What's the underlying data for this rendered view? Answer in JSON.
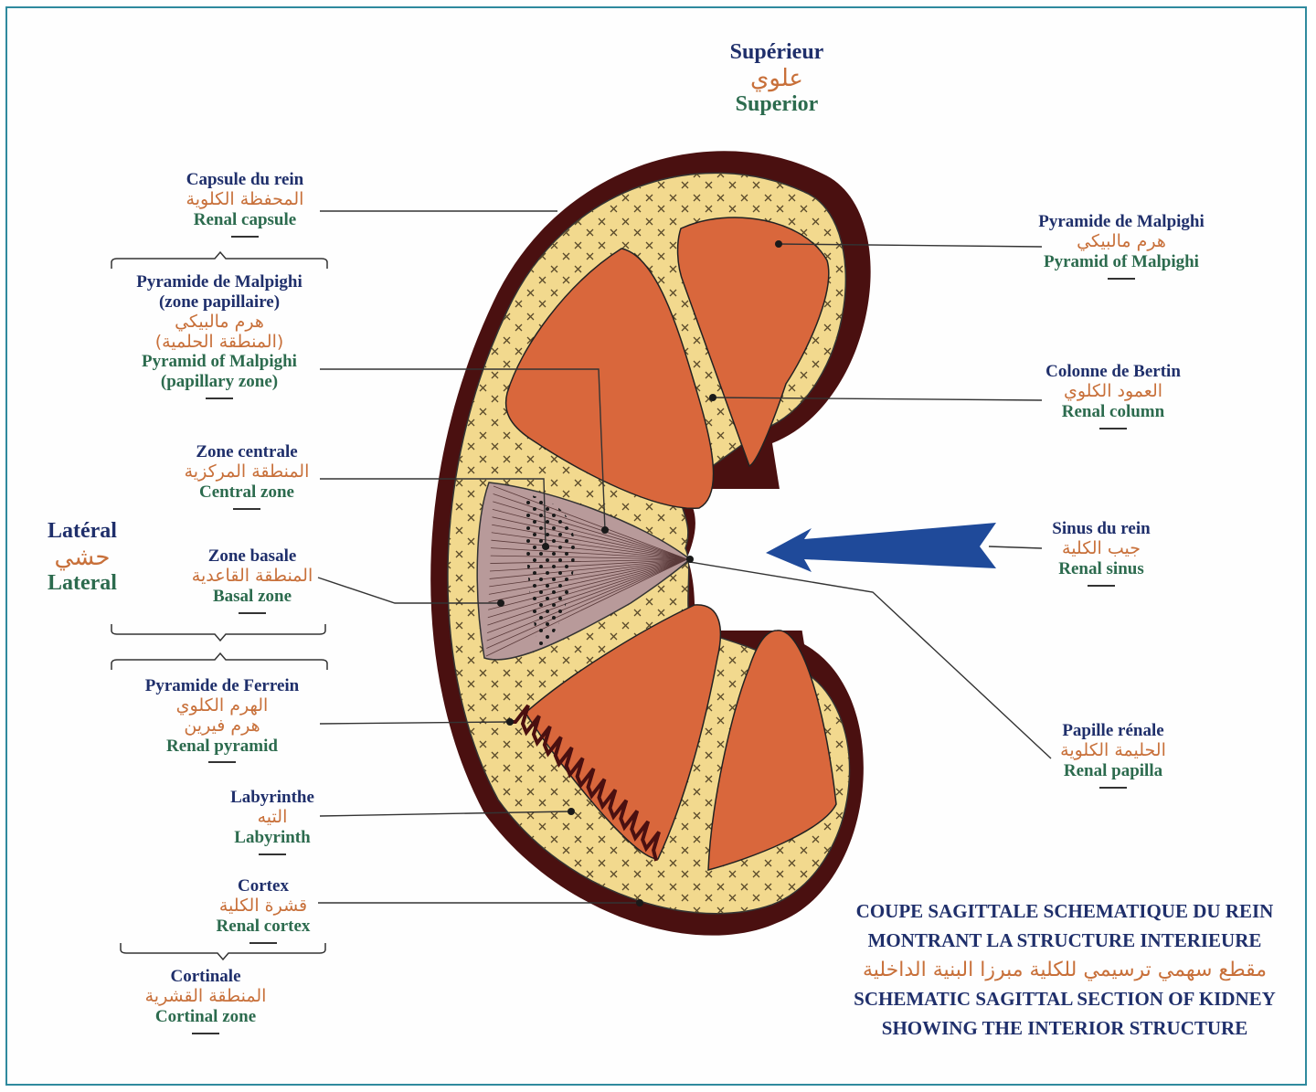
{
  "orientation": {
    "superior": {
      "fr": "Supérieur",
      "ar": "علوي",
      "en": "Superior"
    },
    "lateral": {
      "fr": "Latéral",
      "ar": "حشي",
      "en": "Lateral"
    }
  },
  "labels": {
    "capsule": {
      "fr": "Capsule du rein",
      "ar": "المحفظة الكلوية",
      "en": "Renal capsule"
    },
    "pyramid_papillary": {
      "fr": "Pyramide de Malpighi",
      "fr2": "(zone papillaire)",
      "ar": "هرم مالبيكي",
      "ar2": "(المنطقة الحلمية)",
      "en": "Pyramid of Malpighi",
      "en2": "(papillary zone)"
    },
    "central_zone": {
      "fr": "Zone centrale",
      "ar": "المنطقة المركزية",
      "en": "Central zone"
    },
    "basal_zone": {
      "fr": "Zone basale",
      "ar": "المنطقة القاعدية",
      "en": "Basal zone"
    },
    "ferrein": {
      "fr": "Pyramide de Ferrein",
      "ar": "الهرم الكلوي",
      "ar2": "هرم فيرين",
      "en": "Renal pyramid"
    },
    "labyrinth": {
      "fr": "Labyrinthe",
      "ar": "التيه",
      "en": "Labyrinth"
    },
    "cortex": {
      "fr": "Cortex",
      "ar": "قشرة الكلية",
      "en": "Renal cortex"
    },
    "cortinal": {
      "fr": "Cortinale",
      "ar": "المنطقة القشرية",
      "en": "Cortinal zone"
    },
    "malpighi_right": {
      "fr": "Pyramide de Malpighi",
      "ar": "هرم مالبيكي",
      "en": "Pyramid of Malpighi"
    },
    "bertin": {
      "fr": "Colonne de Bertin",
      "ar": "العمود الكلوي",
      "en": "Renal column"
    },
    "sinus": {
      "fr": "Sinus du rein",
      "ar": "جيب الكلية",
      "en": "Renal sinus"
    },
    "papilla": {
      "fr": "Papille rénale",
      "ar": "الحليمة الكلوية",
      "en": "Renal papilla"
    }
  },
  "title": {
    "fr1": "COUPE SAGITTALE SCHEMATIQUE DU REIN",
    "fr2": "MONTRANT LA STRUCTURE INTERIEURE",
    "ar": "مقطع سهمي ترسيمي للكلية مبرزا البنية الداخلية",
    "en1": "SCHEMATIC SAGITTAL SECTION OF KIDNEY",
    "en2": "SHOWING THE INTERIOR STRUCTURE"
  },
  "colors": {
    "frame": "#2f8a9e",
    "capsule": "#4a1010",
    "cortex": "#f2d98e",
    "pyramid": "#d9673c",
    "papilla": "#b89a9a",
    "arrow": "#1f4a9a"
  }
}
